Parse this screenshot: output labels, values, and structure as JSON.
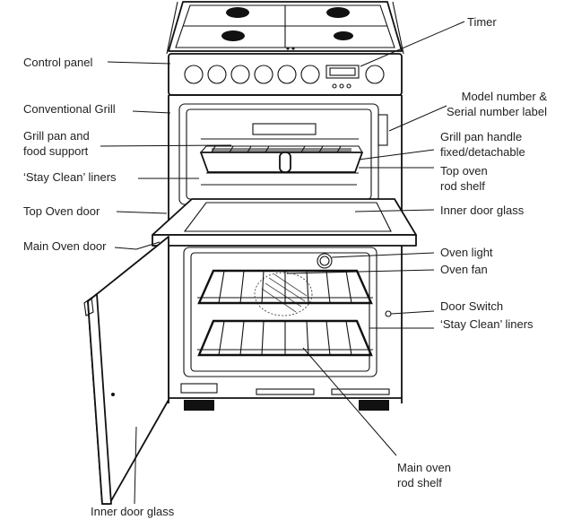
{
  "labels": {
    "control_panel": "Control panel",
    "conventional_grill": "Conventional Grill",
    "grill_pan": "Grill pan and\nfood support",
    "stay_clean_left": "‘Stay Clean’ liners",
    "top_oven_door": "Top Oven door",
    "main_oven_door": "Main Oven door",
    "inner_door_glass_bottom": "Inner door glass",
    "timer": "Timer",
    "model_number": "Model number &\nSerial number label",
    "grill_pan_handle": "Grill pan handle\nfixed/detachable",
    "top_oven_rod_shelf": "Top oven\nrod shelf",
    "inner_door_glass_right": "Inner door glass",
    "oven_light": "Oven light",
    "oven_fan": "Oven fan",
    "door_switch": "Door Switch",
    "stay_clean_right": "‘Stay Clean’ liners",
    "main_oven_rod_shelf": "Main oven\nrod shelf"
  }
}
